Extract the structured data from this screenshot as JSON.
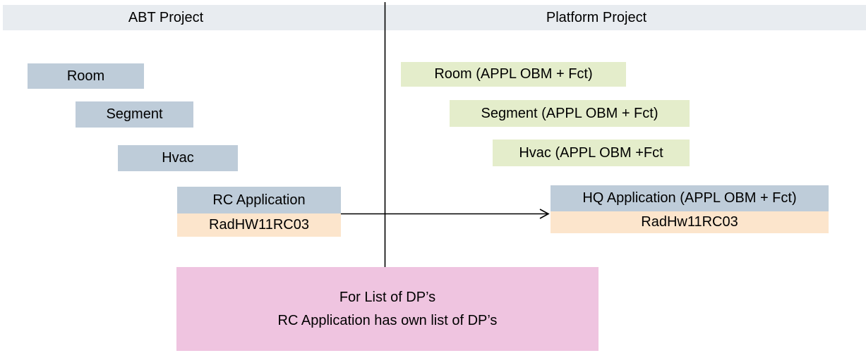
{
  "header": {
    "left_title": "ABT Project",
    "right_title": "Platform Project"
  },
  "abt_column": {
    "room": "Room",
    "segment": "Segment",
    "hvac": "Hvac",
    "application": "RC Application",
    "application_version": "RadHW11RC03"
  },
  "platform_column": {
    "room": "Room (APPL OBM + Fct)",
    "segment": "Segment (APPL OBM + Fct)",
    "hvac": "Hvac (APPL OBM +Fct",
    "application": "HQ Application (APPL OBM + Fct)",
    "application_version": "RadHw11RC03"
  },
  "note": {
    "line1": "For List of DP’s",
    "line2": "RC Application has own list of DP’s"
  },
  "colors": {
    "header_band": "#e8ecf0",
    "level_box": "#beccd9",
    "platform_level_box": "#e4edcb",
    "version_box": "#fce5cc",
    "note_box": "#efc4e0",
    "connector_line": "#000000"
  }
}
